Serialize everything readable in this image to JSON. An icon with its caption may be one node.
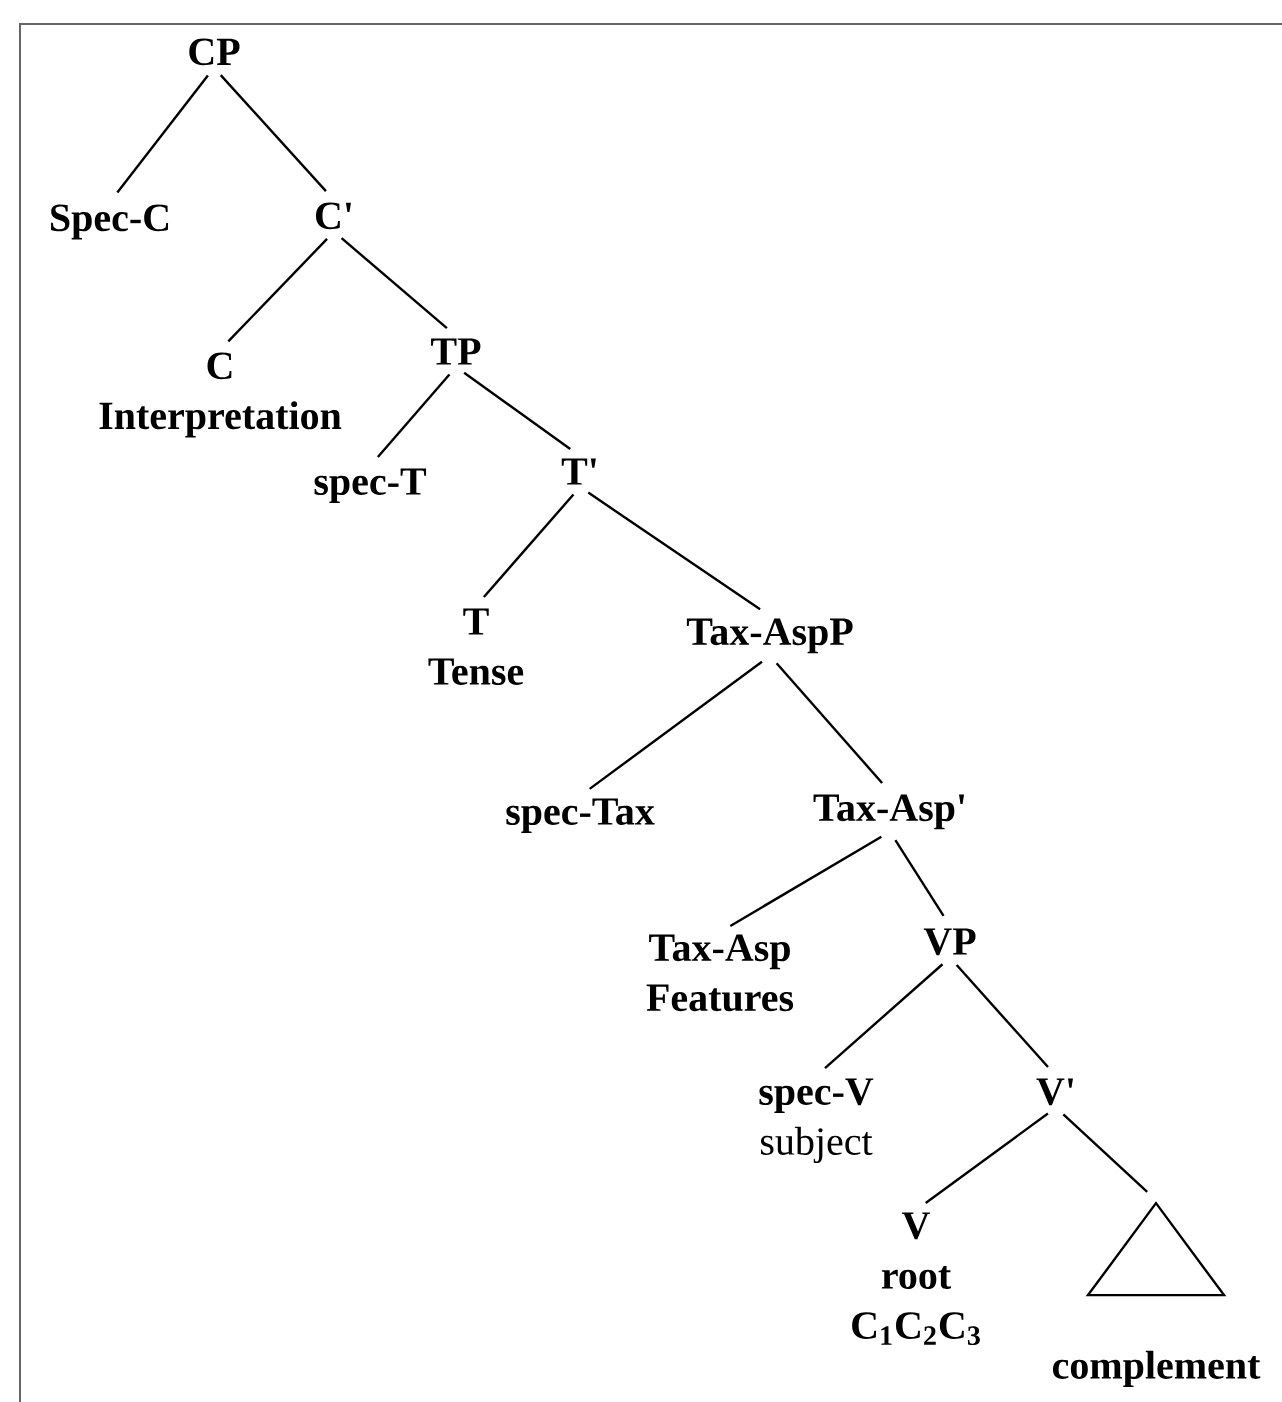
{
  "diagram": {
    "nodes": [
      {
        "text": [
          "CP"
        ]
      },
      {
        "text": [
          "Spec-C"
        ]
      },
      {
        "text": [
          "C'"
        ]
      },
      {
        "text": [
          "C",
          "Interpretation"
        ]
      },
      {
        "text": [
          "TP"
        ]
      },
      {
        "text": [
          "spec-T"
        ]
      },
      {
        "text": [
          "T'"
        ]
      },
      {
        "text": [
          "T",
          "Tense"
        ]
      },
      {
        "text": [
          "Tax-AspP"
        ]
      },
      {
        "text": [
          "spec-Tax"
        ]
      },
      {
        "text": [
          "Tax-Asp'"
        ]
      },
      {
        "text": [
          "Tax-Asp",
          "Features"
        ]
      },
      {
        "text": [
          "VP"
        ]
      },
      {
        "text": [
          "spec-V",
          "subject"
        ]
      },
      {
        "text": [
          "V'"
        ]
      },
      {
        "text": [
          "V",
          "root",
          "C$_{1}$C$_{2}$C$_{3}$"
        ]
      },
      {
        "text": [],
        "shape": "triangle",
        "beside": [
          "complement"
        ]
      }
    ],
    "edges": [
      {
        "from": 0,
        "to": 1,
        "arrow": "none"
      },
      {
        "from": 0,
        "to": 2,
        "arrow": "none"
      },
      {
        "from": 2,
        "to": 3,
        "arrow": "none"
      },
      {
        "from": 2,
        "to": 4,
        "arrow": "none"
      },
      {
        "from": 4,
        "to": 5,
        "arrow": "none"
      },
      {
        "from": 4,
        "to": 6,
        "arrow": "none"
      },
      {
        "from": 6,
        "to": 7,
        "arrow": "none"
      },
      {
        "from": 6,
        "to": 8,
        "arrow": "none"
      },
      {
        "from": 8,
        "to": 9,
        "arrow": "none"
      },
      {
        "from": 8,
        "to": 10,
        "arrow": "none"
      },
      {
        "from": 10,
        "to": 11,
        "arrow": "none"
      },
      {
        "from": 10,
        "to": 12,
        "arrow": "none"
      },
      {
        "from": 12,
        "to": 13,
        "arrow": "none"
      },
      {
        "from": 12,
        "to": 14,
        "arrow": "none"
      },
      {
        "from": 14,
        "to": 15,
        "arrow": "none"
      },
      {
        "from": 14,
        "to": 16,
        "arrow": "none"
      }
    ]
  }
}
